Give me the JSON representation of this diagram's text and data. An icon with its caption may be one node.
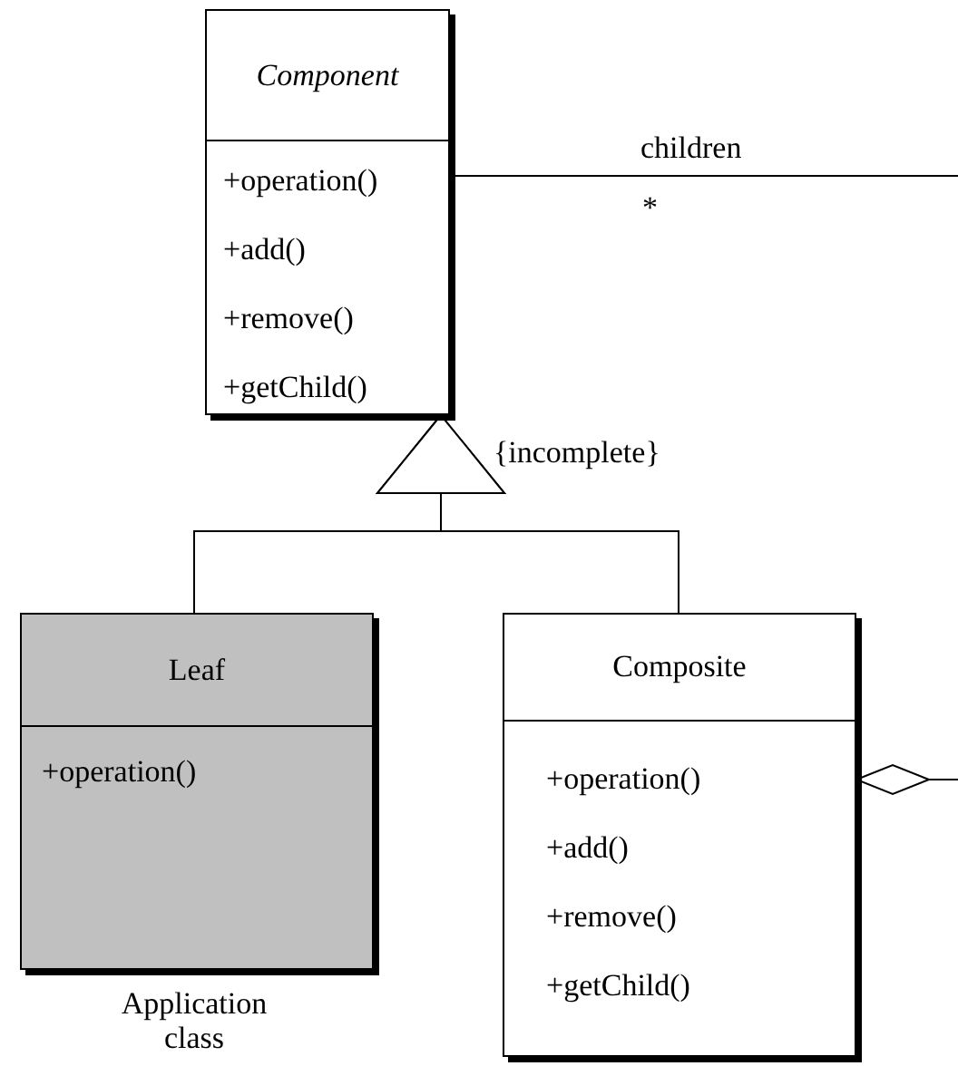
{
  "diagram": {
    "nodes": [
      {
        "text": [
          "Component",
          "+operation()",
          "+add()",
          "+remove()",
          "+getChild()"
        ]
      },
      {
        "text": [
          "Leaf",
          "+operation()"
        ],
        "beside": [
          "Application class"
        ]
      },
      {
        "text": [
          "Composite",
          "+operation()",
          "+add()",
          "+remove()",
          "+getChild()"
        ]
      }
    ],
    "edges": [
      {
        "from": 1,
        "to": 0,
        "arrow": "to"
      },
      {
        "from": 2,
        "to": 0,
        "arrow": "to"
      },
      {
        "from": 2,
        "to": 0,
        "arrow": "other"
      }
    ],
    "labels": [
      "{incomplete}",
      "children",
      "*"
    ]
  }
}
